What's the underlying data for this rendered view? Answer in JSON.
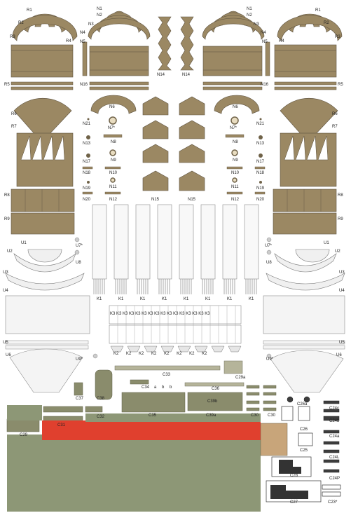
{
  "labels": {
    "R1": "R1",
    "R2": "R2",
    "R3": "R3",
    "R4": "R4",
    "R5": "R5",
    "R6": "R6",
    "R7": "R7",
    "R8": "R8",
    "R9": "R9",
    "N1": "N1",
    "N2": "N2",
    "N3": "N3",
    "N4": "N4",
    "N5": "N5",
    "N6": "N6",
    "N7s": "N7*",
    "N8": "N8",
    "N9": "N9",
    "N10": "N10",
    "N11": "N11",
    "N12": "N12",
    "N13": "N13",
    "N14": "N14",
    "N15": "N15",
    "N16": "N16",
    "N17": "N17",
    "N18": "N18",
    "N19": "N19",
    "N20": "N20",
    "N21": "N21",
    "U1": "U1",
    "U2": "U2",
    "U3": "U3",
    "U4": "U4",
    "U5": "U5",
    "U6": "U6",
    "U7s": "U7*",
    "U8": "U8",
    "U9s": "U9*",
    "K1": "K1",
    "K2": "K2",
    "K3": "K3",
    "C23s": "C23*",
    "C24a": "C24a",
    "C24b": "C24b",
    "C24c": "C24c",
    "C24L": "C24L",
    "C24P": "C24P",
    "C25": "C25",
    "C26": "C26",
    "C26a": "C26a",
    "C27": "C27",
    "C28": "C28",
    "C29": "C29",
    "C29a": "C29a",
    "C30": "C30",
    "C31": "C31",
    "C32": "C32",
    "C33": "C33",
    "C34": "C34",
    "a": "a",
    "b": "b",
    "C35": "C35",
    "C36": "C36",
    "C37": "C37",
    "C38": "C38",
    "C39a": "C39a",
    "C39b": "C39b"
  },
  "colors": {
    "tan": "#9b8863",
    "olive": "#8d9776",
    "red": "#e0402e",
    "white": "#f4f4f4"
  }
}
